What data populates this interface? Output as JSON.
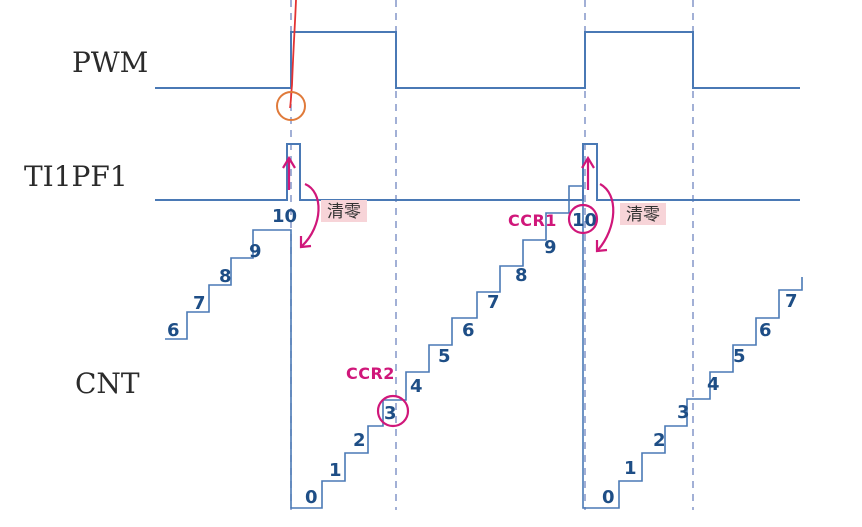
{
  "signals": {
    "pwm": "PWM",
    "ti1pf1": "TI1PF1",
    "cnt": "CNT"
  },
  "notes": {
    "clear_left": "清零",
    "clear_right": "清零"
  },
  "registers": {
    "ccr1": "CCR1",
    "ccr2": "CCR2"
  },
  "counter": {
    "segment1": [
      "6",
      "7",
      "8",
      "9",
      "10"
    ],
    "segment2": [
      "0",
      "1",
      "2",
      "3",
      "4",
      "5",
      "6",
      "7",
      "8",
      "9",
      "10"
    ],
    "segment3": [
      "0",
      "1",
      "2",
      "3",
      "4",
      "5",
      "6",
      "7"
    ]
  },
  "colors": {
    "waveform": "#4a79b5",
    "guide": "#7b8fc4",
    "annotation": "#d0177a",
    "note_highlight": "#f7d4d8"
  }
}
